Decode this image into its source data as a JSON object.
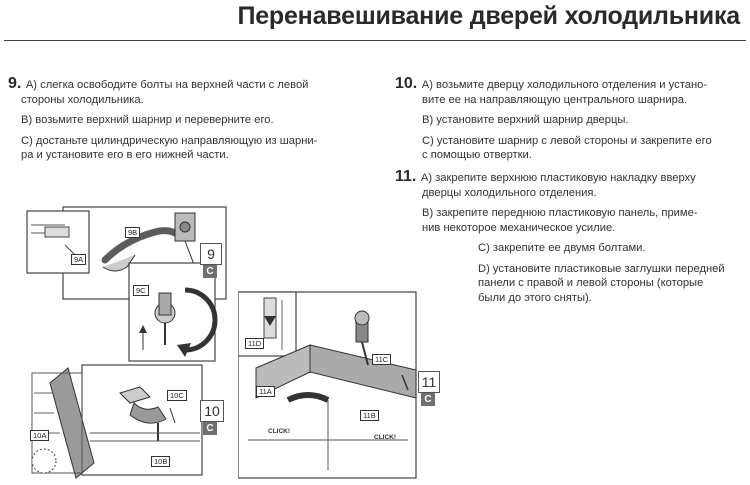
{
  "title": "Перенавешивание дверей холодильника",
  "step9": {
    "number": "9.",
    "a_line1": "A) слегка освободите болты на верхней части с левой",
    "a_line2": "стороны холодильника.",
    "b": "B) возьмите верхний шарнир и переверните его.",
    "c_line1": "C) достаньте цилиндрическую направляющую из шарни-",
    "c_line2": "ра и установите его в его нижней части."
  },
  "step10": {
    "number": "10.",
    "a_line1": "A) возьмите дверцу холодильного отделения и устано-",
    "a_line2": "вите ее на направляющую центрального шарнира.",
    "b": "B) установите верхний шарнир дверцы.",
    "c_line1": "C) установите шарнир с левой стороны и закрепите его",
    "c_line2": "с помощью отвертки."
  },
  "step11": {
    "number": "11.",
    "a_line1": "A) закрепите верхнюю пластиковую накладку вверху",
    "a_line2": "дверцы холодильного отделения.",
    "b_line1": "B) закрепите переднюю пластиковую панель, приме-",
    "b_line2": "нив некоторое механическое усилие.",
    "c": "C) закрепите ее двумя болтами.",
    "d_line1": "D) установите пластиковые заглушки передней",
    "d_line2": "панели с правой и левой стороны (которые",
    "d_line3": "были до этого сняты)."
  },
  "figures": {
    "fig9": {
      "number": "9",
      "tag": "C",
      "labels": {
        "a": "9A",
        "b": "9B",
        "c": "9C"
      }
    },
    "fig10": {
      "number": "10",
      "tag": "C",
      "labels": {
        "a": "10A",
        "b": "10B",
        "c": "10C"
      }
    },
    "fig11": {
      "number": "11",
      "tag": "C",
      "labels": {
        "a": "11A",
        "b": "11B",
        "c": "11C",
        "d": "11D"
      },
      "click1": "CLICK!",
      "click2": "CLICK!"
    }
  }
}
